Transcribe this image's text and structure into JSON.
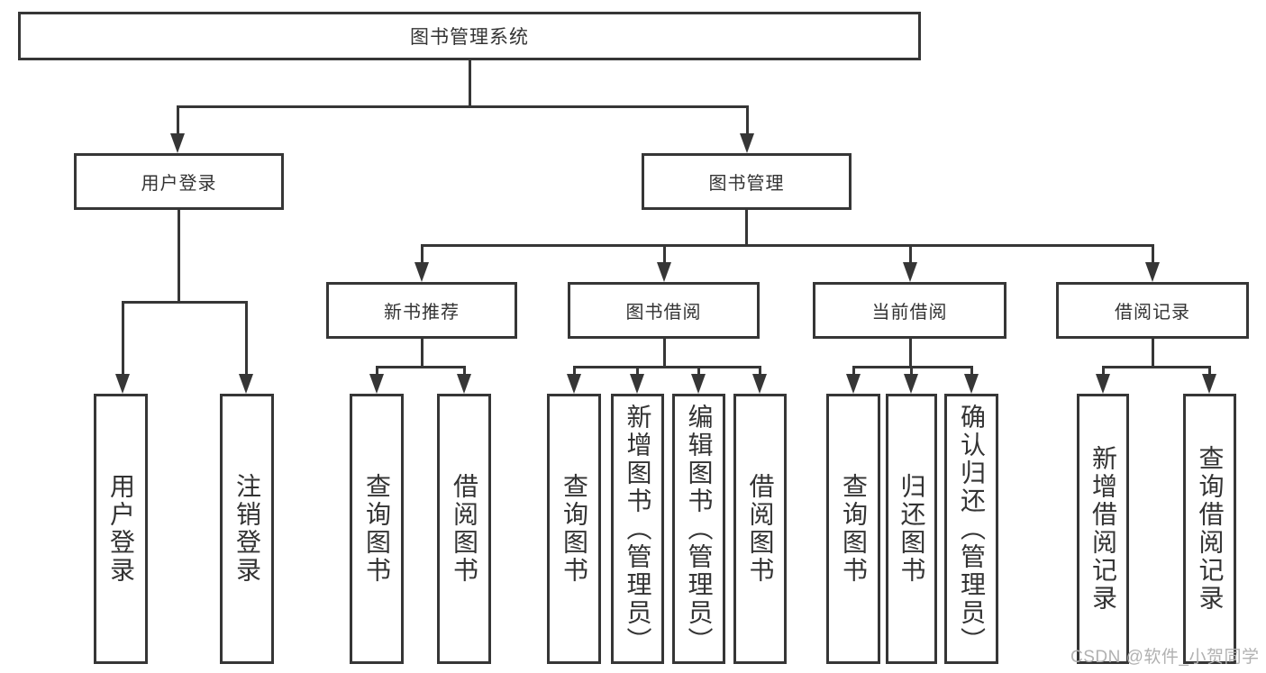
{
  "tree": {
    "label": "图书管理系统",
    "children": [
      {
        "label": "用户登录",
        "children": [
          {
            "label": "用户登录"
          },
          {
            "label": "注销登录"
          }
        ]
      },
      {
        "label": "图书管理",
        "children": [
          {
            "label": "新书推荐",
            "children": [
              {
                "label": "查询图书"
              },
              {
                "label": "借阅图书"
              }
            ]
          },
          {
            "label": "图书借阅",
            "children": [
              {
                "label": "查询图书"
              },
              {
                "label": "新增图书（管理员）"
              },
              {
                "label": "编辑图书（管理员）"
              },
              {
                "label": "借阅图书"
              }
            ]
          },
          {
            "label": "当前借阅",
            "children": [
              {
                "label": "查询图书"
              },
              {
                "label": "归还图书"
              },
              {
                "label": "确认归还（管理员）"
              }
            ]
          },
          {
            "label": "借阅记录",
            "children": [
              {
                "label": "新增借阅记录"
              },
              {
                "label": "查询借阅记录"
              }
            ]
          }
        ]
      }
    ]
  },
  "watermark": {
    "text": "CSDN @软件_小贺同学"
  },
  "colors": {
    "line": "#363636",
    "text": "#333333",
    "watermark": "#b1b1b1",
    "background": "#ffffff"
  }
}
